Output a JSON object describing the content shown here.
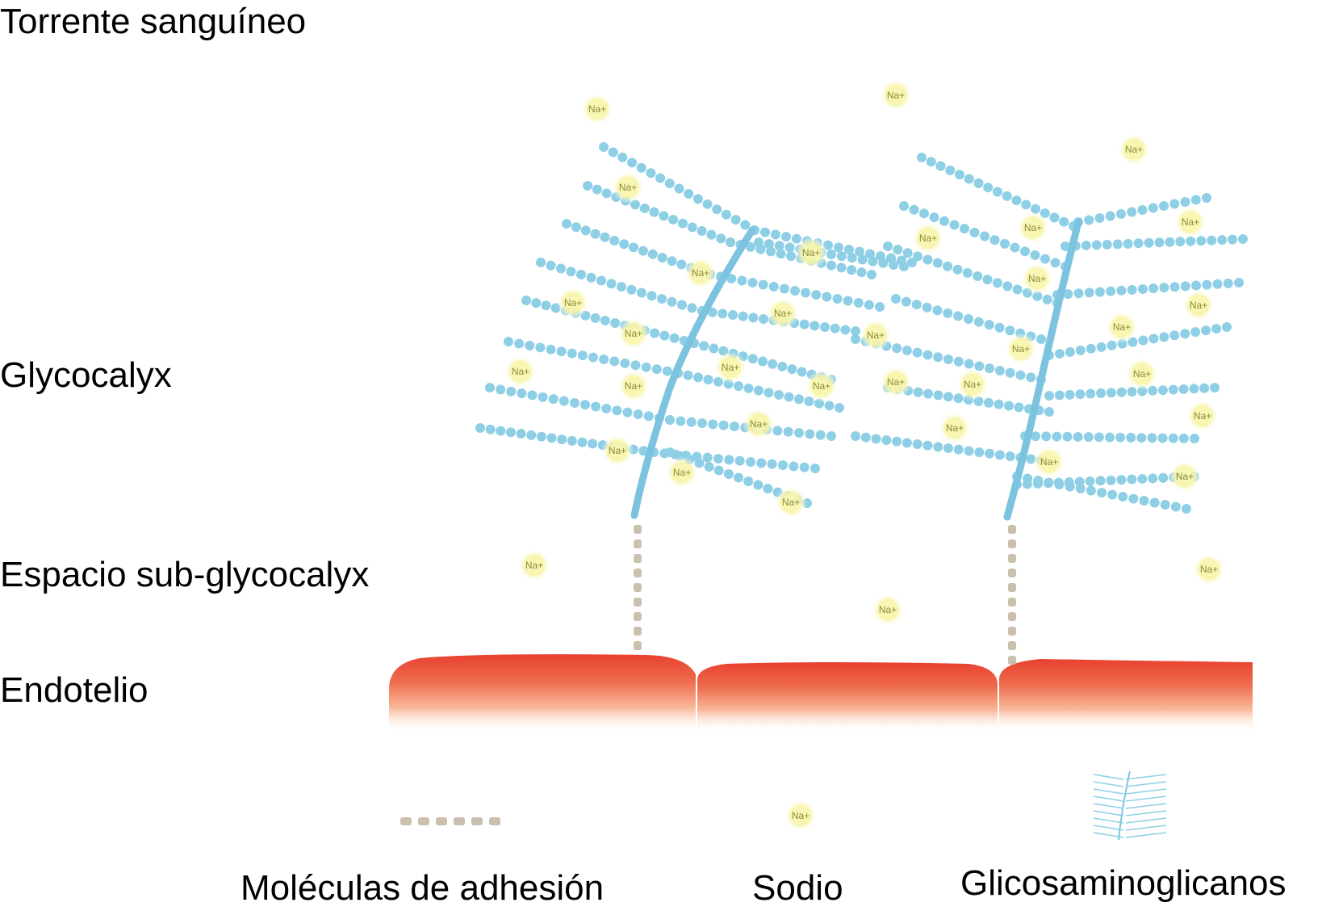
{
  "labels": {
    "torrente": "Torrente sanguíneo",
    "glycocalyx": "Glycocalyx",
    "espacio": "Espacio sub-glycocalyx",
    "endotelio": "Endotelio"
  },
  "legend": {
    "adhesion": "Moléculas de adhesión",
    "sodio": "Sodio",
    "gag": "Glicosaminoglicanos"
  },
  "sodium_symbol": "Na+",
  "colors": {
    "chain": "#8ecfe6",
    "chain_dark": "#6fbcdc",
    "sodium_glow": "#f6f3a0",
    "adhesion": "#cbbfae",
    "endothelium": "#e84a36"
  }
}
